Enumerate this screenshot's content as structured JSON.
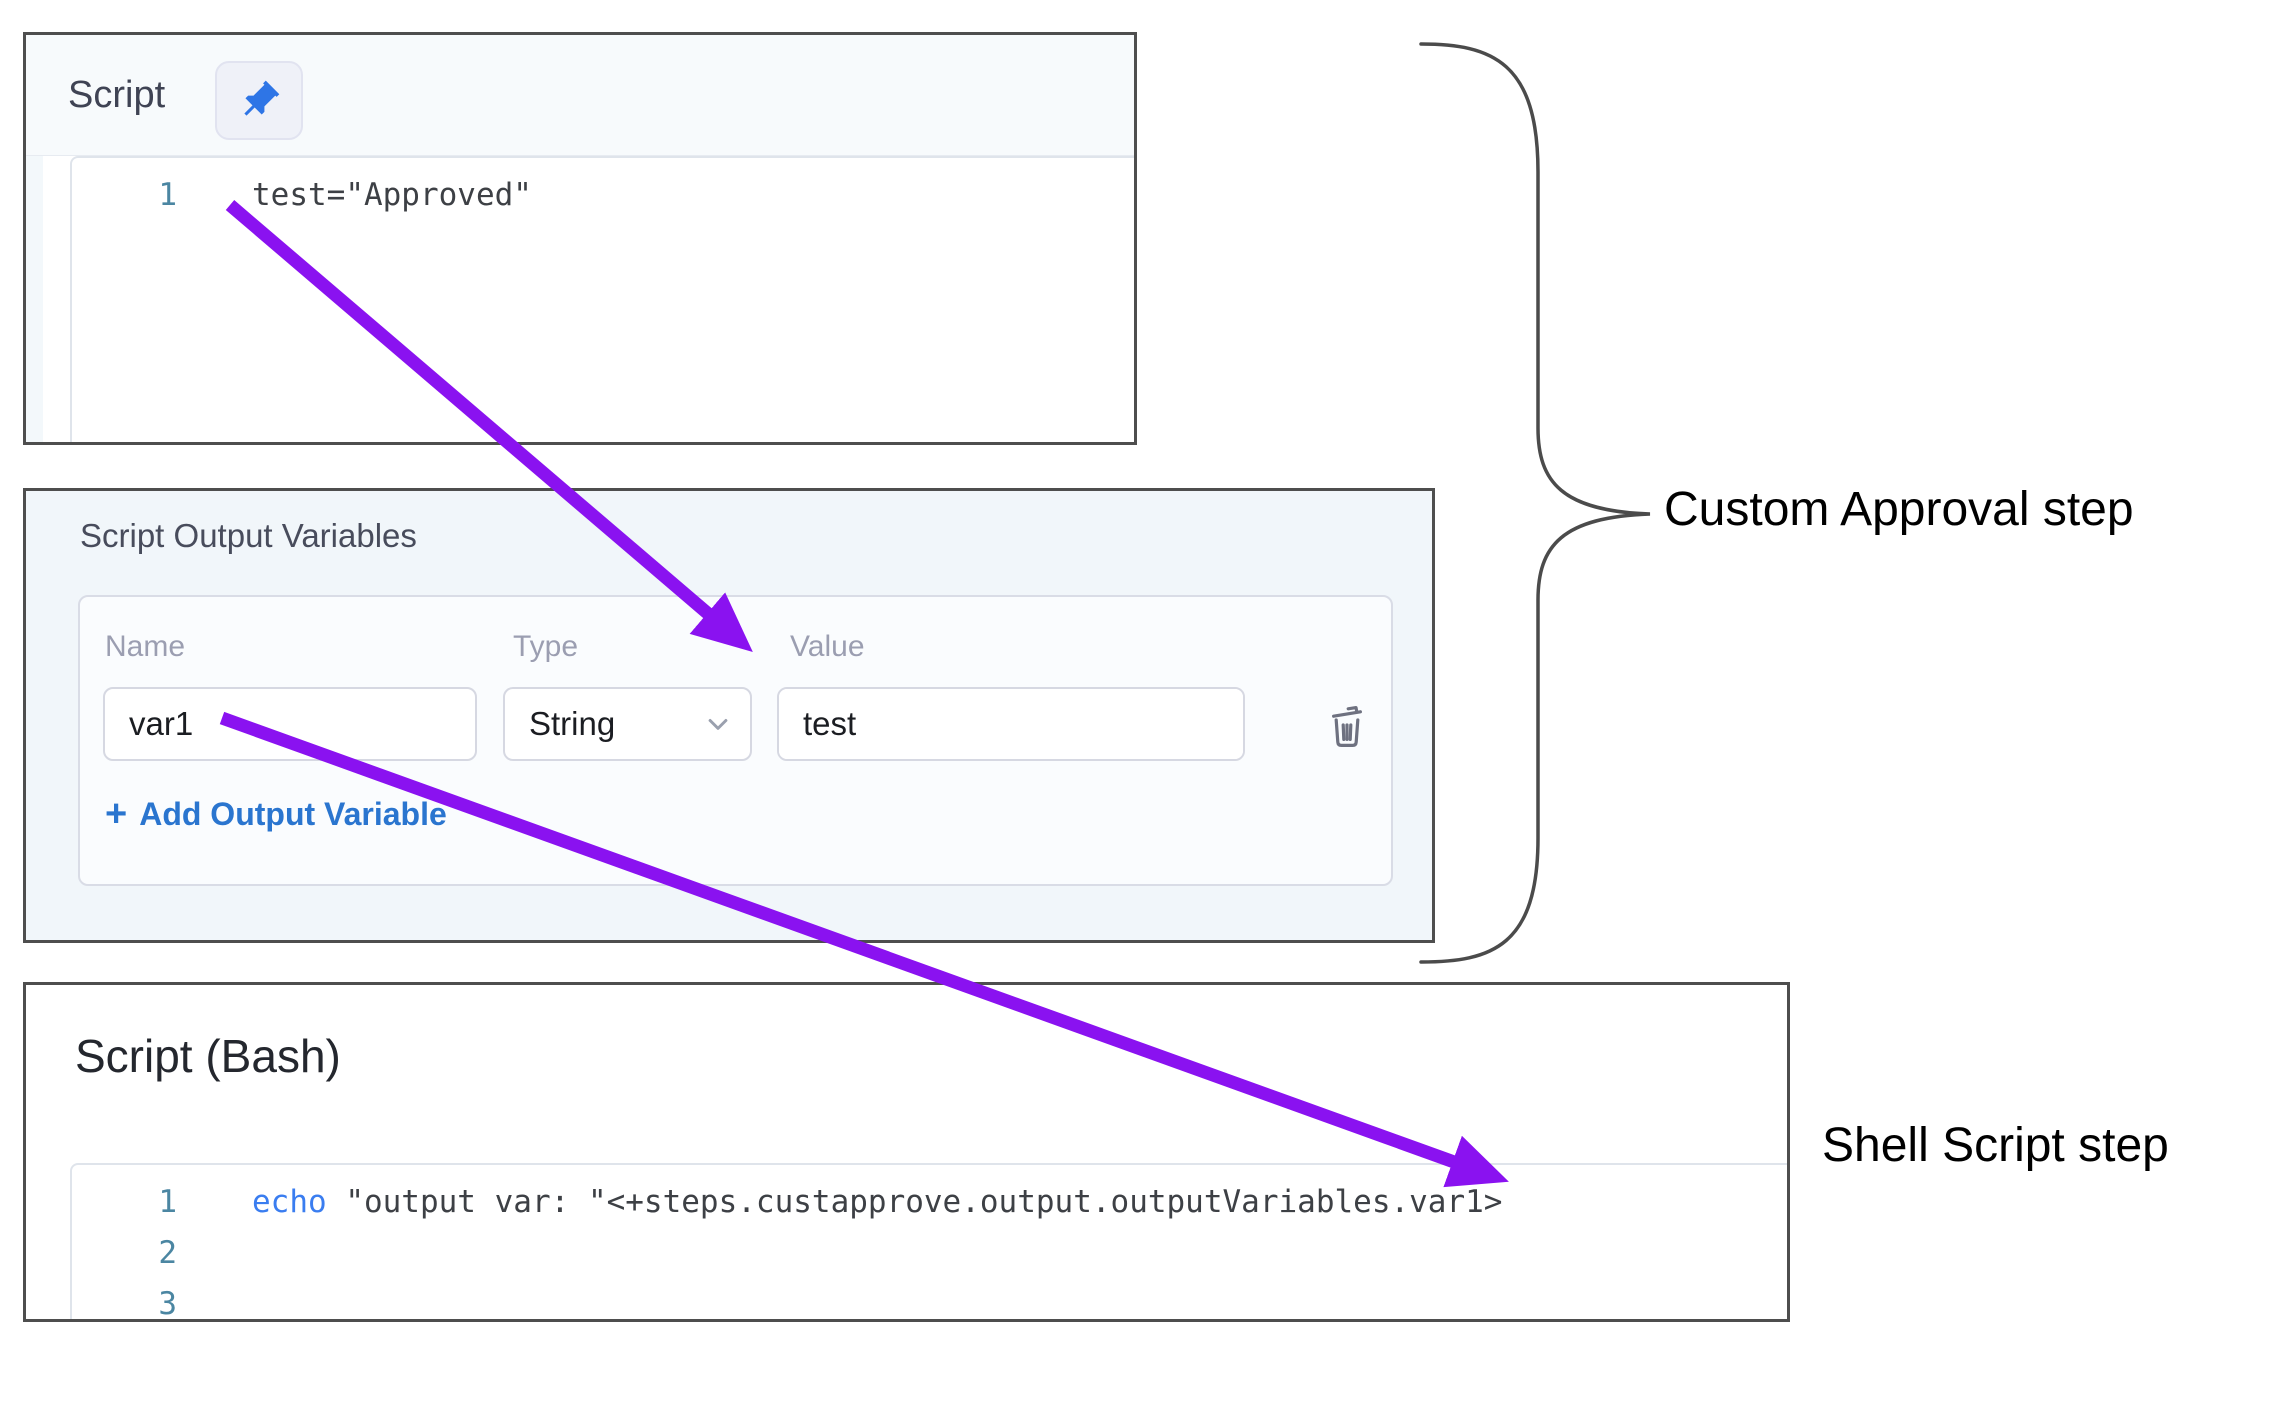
{
  "panel_script": {
    "title": "Script",
    "line1_no": "1",
    "line1_code": "test=\"Approved\""
  },
  "panel_vars": {
    "title": "Script Output Variables",
    "col_name": "Name",
    "col_type": "Type",
    "col_value": "Value",
    "row_name": "var1",
    "row_type": "String",
    "row_value": "test",
    "add_plus": "+",
    "add_label": "Add Output Variable"
  },
  "panel_bash": {
    "title": "Script (Bash)",
    "line1_no": "1",
    "line2_no": "2",
    "line3_no": "3",
    "line1_keyword": "echo",
    "line1_rest": " \"output var: \"<+steps.custapprove.output.outputVariables.var1>"
  },
  "annotations": {
    "brace_label": "Custom Approval step",
    "shell_label": "Shell Script step"
  },
  "colors": {
    "arrow": "#8a12f0",
    "link_blue": "#2a75cf",
    "pin_blue": "#2e75e6",
    "keyword_blue": "#3a7df0",
    "line_number": "#4b86a2",
    "panel_border": "#4e4e4e"
  }
}
